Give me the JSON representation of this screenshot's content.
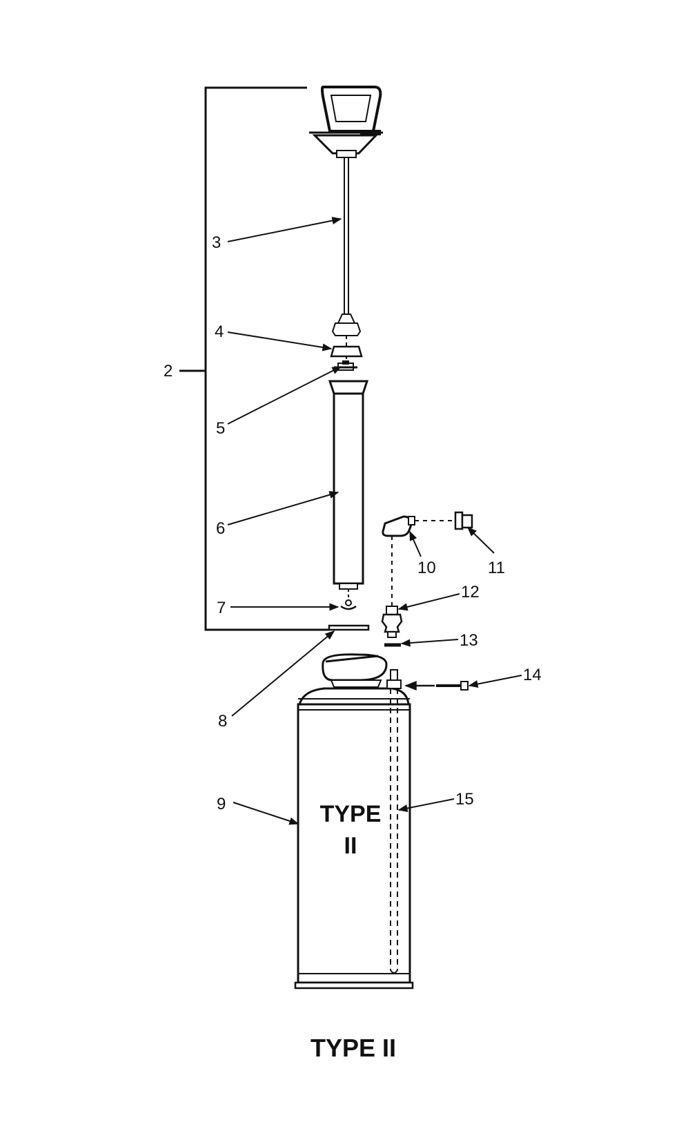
{
  "callouts": {
    "c2": "2",
    "c3": "3",
    "c4": "4",
    "c5": "5",
    "c6": "6",
    "c7": "7",
    "c8": "8",
    "c9": "9",
    "c10": "10",
    "c11": "11",
    "c12": "12",
    "c13": "13",
    "c14": "14",
    "c15": "15"
  },
  "tank_label": {
    "line1": "TYPE",
    "line2": "II"
  },
  "caption": "TYPE II"
}
